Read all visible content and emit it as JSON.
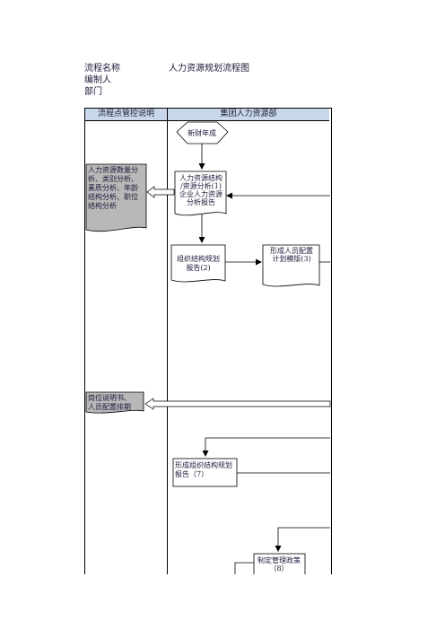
{
  "header": {
    "process_name_label": "流程名称",
    "process_name_value": "人力资源规划流程图",
    "editor_label": "编制人",
    "dept_label": "部门"
  },
  "lanes": {
    "left": "流程点管控说明",
    "right": "集团人力资源部"
  },
  "nodes": {
    "start": "新财年成",
    "n1_line1": "人力资源结构",
    "n1_line2": "/资源分析(1)",
    "n1_line3": "企业人力资源",
    "n1_line4": "分析报告",
    "n2_line1": "组织结构规划",
    "n2_line2": "报告(2)",
    "n3_line1": "形成人员配置",
    "n3_line2": "计划模版(3)",
    "n7_line1": "形成组织结构规划",
    "n7_line2": "报告（7）",
    "n8_line1": "制定管理政策",
    "n8_line2": "（8）"
  },
  "notes": {
    "note1_line1": "人力资源数量分",
    "note1_line2": "析、类别分析、",
    "note1_line3": "素质分析、年龄",
    "note1_line4": "结构分析、职位",
    "note1_line5": "结构分析",
    "note2_line1": "岗位说明书、",
    "note2_line2": "人员配置排期"
  }
}
